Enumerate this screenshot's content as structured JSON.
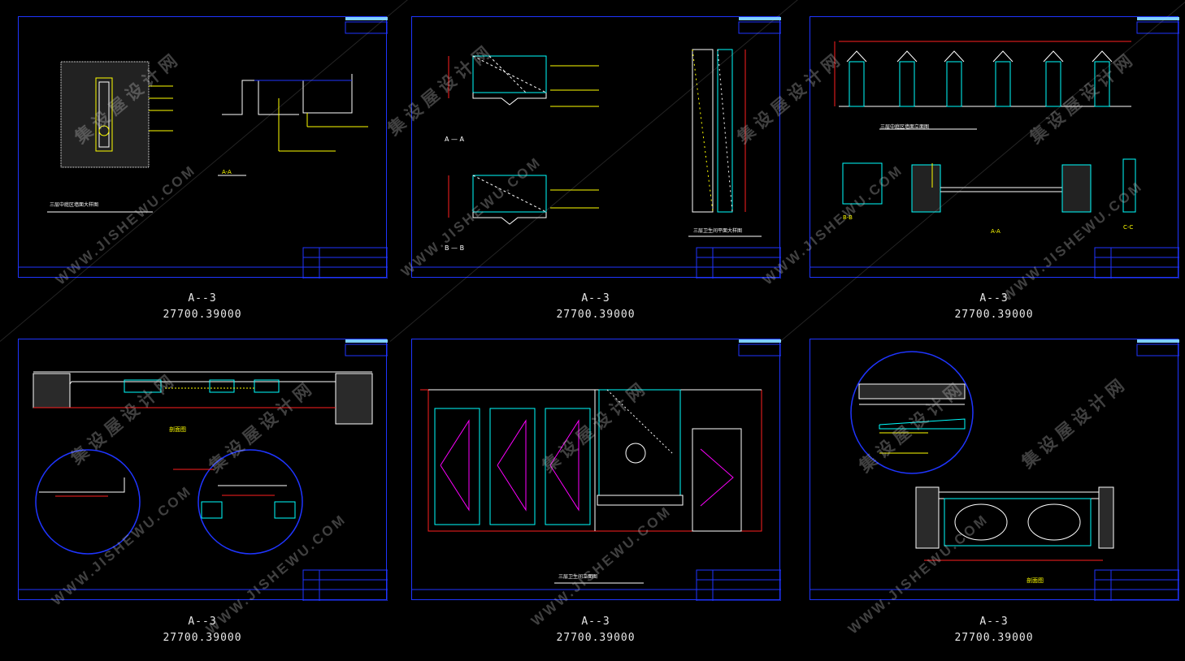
{
  "sheets": [
    {
      "code": "A--3",
      "size": "27700.39000",
      "title": "三层中庭区墙面大样图",
      "section": "A-A"
    },
    {
      "code": "A--3",
      "size": "27700.39000",
      "title": "三层卫生间平面大样图",
      "section_a": "A — A",
      "section_b": "B — B"
    },
    {
      "code": "A--3",
      "size": "27700.39000",
      "title": "三层中庭区墙面立面图",
      "section_a": "A-A",
      "section_b": "B-B",
      "section_c": "C-C"
    },
    {
      "code": "A--3",
      "size": "27700.39000",
      "title": "剖面图"
    },
    {
      "code": "A--3",
      "size": "27700.39000",
      "title": "三层卫生间立面图"
    },
    {
      "code": "A--3",
      "size": "27700.39000",
      "title": "剖面图"
    }
  ],
  "watermark": {
    "cn": "集设屋设计网",
    "en": "WWW.JISHEWU.COM"
  },
  "colors": {
    "frame": "#1f35ff",
    "line_white": "#ffffff",
    "line_yellow": "#ffff00",
    "line_cyan": "#00ffff",
    "line_red": "#ff2020",
    "line_magenta": "#ff00ff",
    "line_green": "#00ff66",
    "caption": "#e8e8e8"
  }
}
